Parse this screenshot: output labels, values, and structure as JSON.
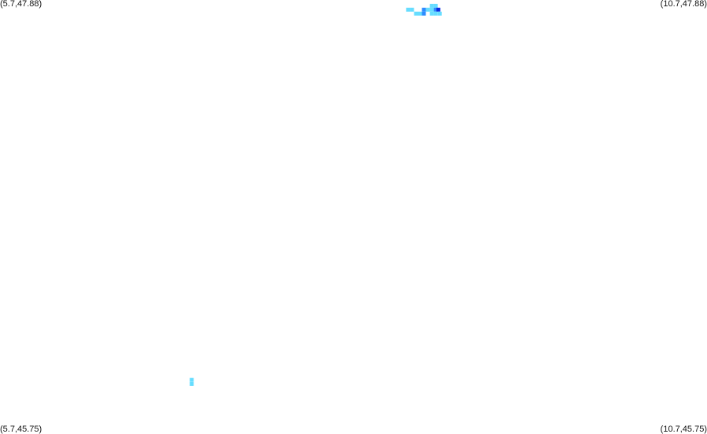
{
  "map": {
    "corners": {
      "top_left": "(5.7,47.88)",
      "top_right": "(10.7,47.88)",
      "bottom_left": "(5.7,45.75)",
      "bottom_right": "(10.7,45.75)"
    },
    "bounds": {
      "lon_min": 5.7,
      "lon_max": 10.7,
      "lat_min": 45.75,
      "lat_max": 47.88
    },
    "colors": {
      "background": "#ffffff",
      "light": "#66ddff",
      "medium": "#2e8cff",
      "dark": "#0a2de0"
    },
    "cell_size_deg": {
      "lon": 0.0278,
      "lat": 0.0193
    },
    "cells": [
      {
        "lon": 8.572,
        "lat": 47.842,
        "level": "light"
      },
      {
        "lon": 8.6,
        "lat": 47.842,
        "level": "light"
      },
      {
        "lon": 8.656,
        "lat": 47.823,
        "level": "light"
      },
      {
        "lon": 8.628,
        "lat": 47.823,
        "level": "light"
      },
      {
        "lon": 8.684,
        "lat": 47.842,
        "level": "medium"
      },
      {
        "lon": 8.684,
        "lat": 47.823,
        "level": "medium"
      },
      {
        "lon": 8.712,
        "lat": 47.842,
        "level": "light"
      },
      {
        "lon": 8.74,
        "lat": 47.842,
        "level": "light"
      },
      {
        "lon": 8.74,
        "lat": 47.861,
        "level": "light"
      },
      {
        "lon": 8.768,
        "lat": 47.861,
        "level": "light"
      },
      {
        "lon": 8.74,
        "lat": 47.823,
        "level": "light"
      },
      {
        "lon": 8.768,
        "lat": 47.842,
        "level": "medium"
      },
      {
        "lon": 8.786,
        "lat": 47.842,
        "level": "dark"
      },
      {
        "lon": 8.796,
        "lat": 47.823,
        "level": "light"
      },
      {
        "lon": 8.768,
        "lat": 47.823,
        "level": "light"
      },
      {
        "lon": 7.042,
        "lat": 46.005,
        "level": "light"
      },
      {
        "lon": 7.042,
        "lat": 46.025,
        "level": "light"
      }
    ]
  }
}
